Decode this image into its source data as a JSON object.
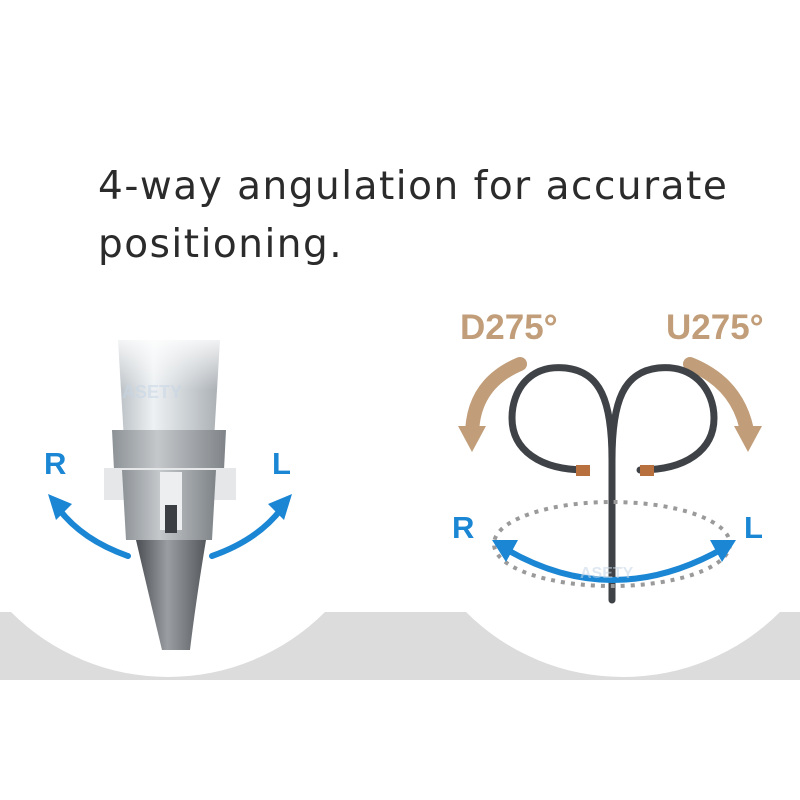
{
  "headline": {
    "line1": "4-way angulation for accurate",
    "line2": "positioning."
  },
  "left_panel": {
    "label_right": "R",
    "label_left": "L"
  },
  "right_panel": {
    "label_down": "D275°",
    "label_up": "U275°",
    "label_right": "R",
    "label_left": "L"
  },
  "watermark": {
    "text": "ASETY"
  },
  "colors": {
    "arrow_blue": "#1a86d4",
    "angle_tan": "#c19e79",
    "floor_gray": "#dcdcdc",
    "text_dark": "#2b2b2b"
  }
}
